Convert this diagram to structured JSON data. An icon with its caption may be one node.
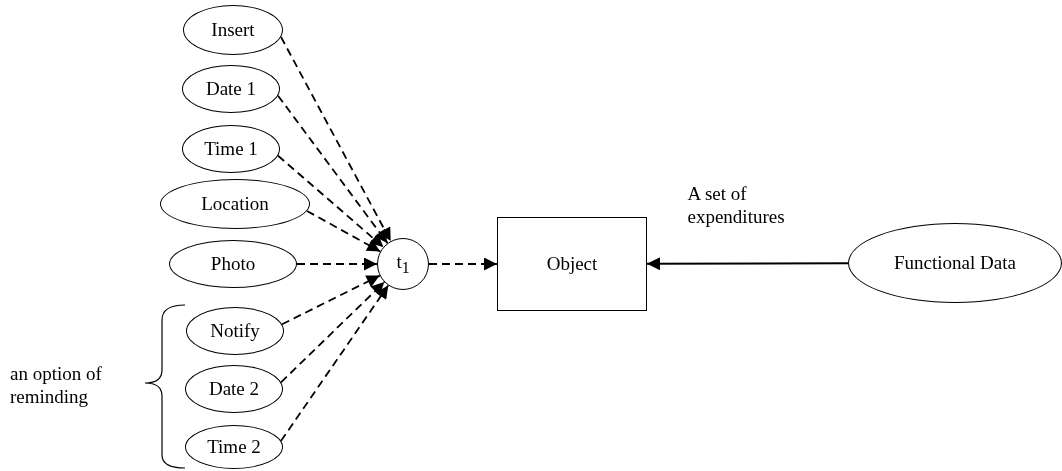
{
  "diagram": {
    "nodes": [
      {
        "text": [
          "Insert"
        ]
      },
      {
        "text": [
          "Date 1"
        ]
      },
      {
        "text": [
          "Time 1"
        ]
      },
      {
        "text": [
          "Location"
        ]
      },
      {
        "text": [
          "Photo"
        ]
      },
      {
        "text": [
          "Notify"
        ]
      },
      {
        "text": [
          "Date 2"
        ]
      },
      {
        "text": [
          "Time 2"
        ]
      },
      {
        "text": [
          "t$_{1}$"
        ]
      },
      {
        "text": [
          "Object"
        ]
      },
      {
        "text": [
          "Functional Data"
        ]
      }
    ],
    "edges": [
      {
        "from": 0,
        "to": 8,
        "arrow": "to",
        "style": "dashed"
      },
      {
        "from": 1,
        "to": 8,
        "arrow": "to",
        "style": "dashed"
      },
      {
        "from": 2,
        "to": 8,
        "arrow": "to",
        "style": "dashed"
      },
      {
        "from": 3,
        "to": 8,
        "arrow": "to",
        "style": "dashed"
      },
      {
        "from": 4,
        "to": 8,
        "arrow": "to",
        "style": "dashed"
      },
      {
        "from": 5,
        "to": 8,
        "arrow": "to",
        "style": "dashed"
      },
      {
        "from": 6,
        "to": 8,
        "arrow": "to",
        "style": "dashed"
      },
      {
        "from": 7,
        "to": 8,
        "arrow": "to",
        "style": "dashed"
      },
      {
        "from": 8,
        "to": 9,
        "arrow": "to",
        "style": "dashed"
      },
      {
        "from": 10,
        "to": 9,
        "arrow": "to",
        "label": "A set of expenditures"
      }
    ],
    "labels": [
      "an option of reminding"
    ]
  }
}
